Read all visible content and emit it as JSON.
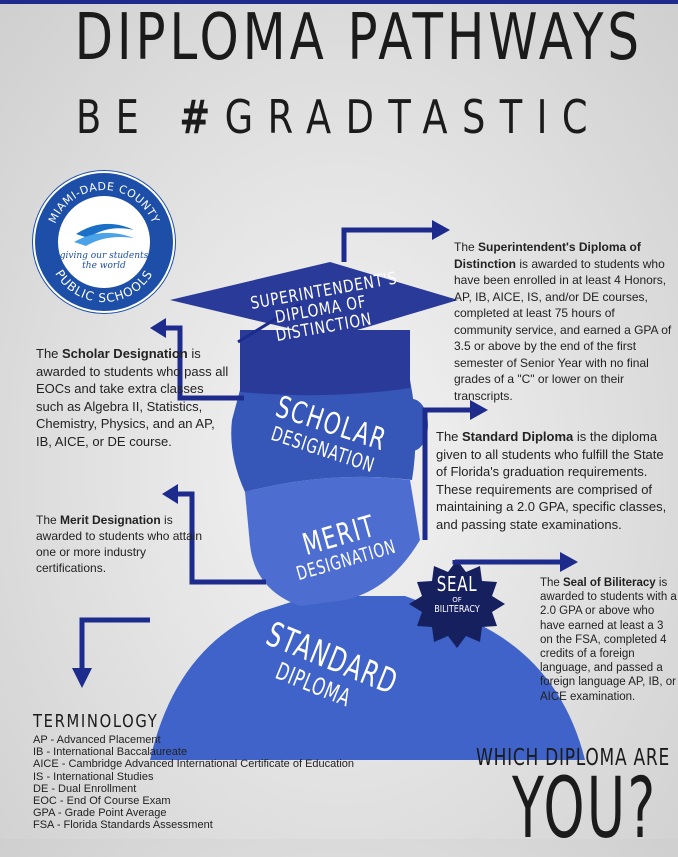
{
  "header": {
    "title": "DIPLOMA PATHWAYS",
    "subtitle_hash": "#",
    "subtitle_prefix": "BE ",
    "subtitle_word": "GRADTASTIC"
  },
  "logo": {
    "top_text": "MIAMI-DADE COUNTY",
    "tagline_1": "giving our students",
    "tagline_2": "the world",
    "bottom_text": "PUBLIC SCHOOLS"
  },
  "figure_labels": {
    "superintendent": [
      "SUPERINTENDENT'S",
      "DIPLOMA OF",
      "DISTINCTION"
    ],
    "scholar": [
      "SCHOLAR",
      "DESIGNATION"
    ],
    "merit": [
      "MERIT",
      "DESIGNATION"
    ],
    "standard": [
      "STANDARD",
      "DIPLOMA"
    ],
    "seal": [
      "SEAL",
      "OF",
      "BILITERACY"
    ]
  },
  "descriptions": {
    "superintendent": {
      "lead": "The ",
      "name": "Superintendent's Diploma of Distinction",
      "text": " is awarded to students who have been enrolled in at least 4 Honors, AP, IB, AICE, IS, and/or DE courses, completed at least 75 hours of community service, and earned a GPA of 3.5 or above by the end of the first semester of Senior Year with no final grades of a \"C\" or lower on their transcripts."
    },
    "scholar": {
      "lead": "The ",
      "name": "Scholar Designation",
      "text": " is awarded to students who pass all EOCs and take extra classes such as Algebra II, Statistics, Chemistry, Physics, and an AP, IB, AICE, or DE course."
    },
    "standard": {
      "lead": "The ",
      "name": "Standard Diploma",
      "text": " is the diploma given to all students who fulfill the State of Florida's graduation requirements. These requirements are comprised of maintaining a 2.0 GPA, specific classes, and passing state examinations."
    },
    "merit": {
      "lead": "The ",
      "name": "Merit Designation",
      "text": " is awarded to students who attain one or more industry certifications."
    },
    "seal": {
      "lead": "The ",
      "name": "Seal of Biliteracy",
      "text": " is awarded to students with a 2.0 GPA or above who have earned at least a 3 on the FSA, completed 4 credits of a foreign language, and passed a foreign language AP, IB, or AICE examination."
    }
  },
  "terminology": {
    "title": "TERMINOLOGY",
    "items": [
      "AP - Advanced Placement",
      "IB - International Baccalaureate",
      "AICE - Cambridge Advanced International Certificate of Education",
      "IS - International Studies",
      "DE - Dual Enrollment",
      "EOC - End Of Course Exam",
      "GPA - Grade Point Average",
      "FSA - Florida Standards Assessment"
    ]
  },
  "closing": {
    "question": "WHICH DIPLOMA ARE",
    "you": "YOU?"
  },
  "colors": {
    "navy": "#1d2b8c",
    "cap": "#2a3a99",
    "mid_blue": "#3656b8",
    "light_blue": "#4d6ed0",
    "shoulders": "#3f63c8",
    "seal": "#16205e",
    "text": "#222222"
  }
}
